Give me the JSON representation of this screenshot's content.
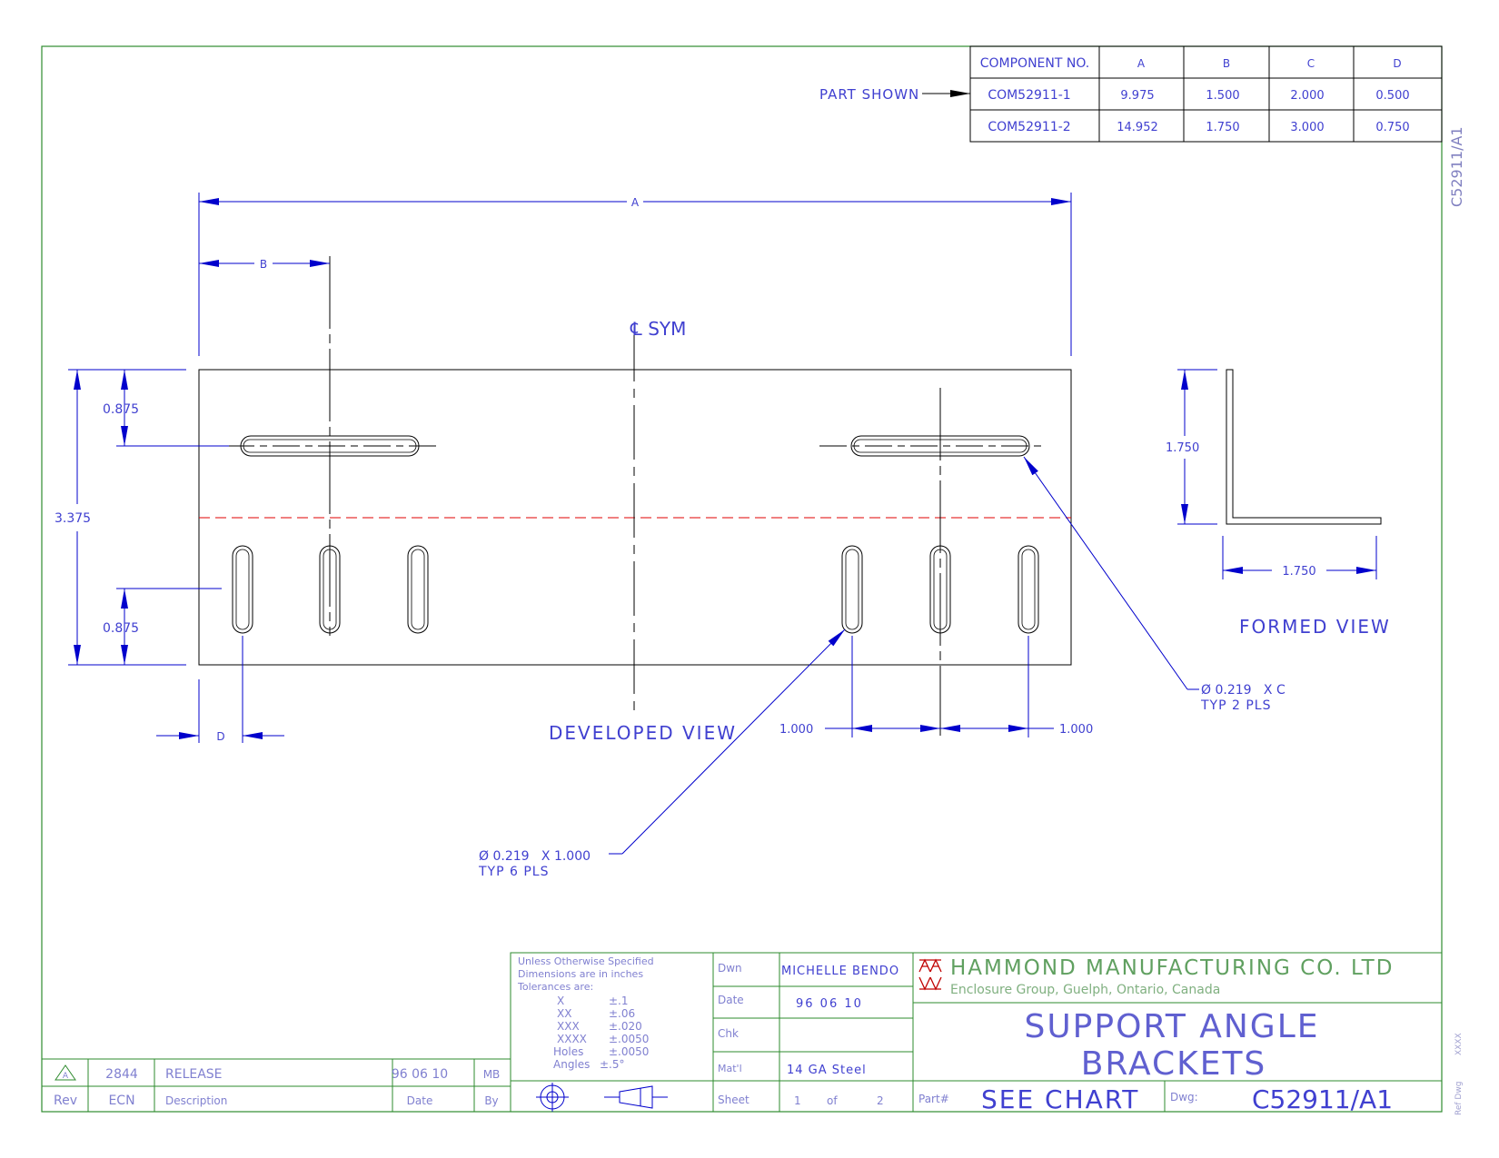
{
  "colors": {
    "border": "#2e8b2e",
    "dimension": "#0000cc",
    "label": "#4040d0",
    "outline": "#000000",
    "bend_line": "#e00000",
    "logo": "#c00000"
  },
  "chart": {
    "headers": [
      "COMPONENT NO.",
      "A",
      "B",
      "C",
      "D"
    ],
    "rows": [
      [
        "COM52911-1",
        "9.975",
        "1.500",
        "2.000",
        "0.500"
      ],
      [
        "COM52911-2",
        "14.952",
        "1.750",
        "3.000",
        "0.750"
      ]
    ],
    "part_shown": "PART SHOWN"
  },
  "side_code": "C52911/A1",
  "dims": {
    "a": "A",
    "b": "B",
    "d": "D",
    "top_offset": "0.875",
    "bottom_offset": "0.875",
    "height": "3.375",
    "spacing_left": "1.000",
    "spacing_right": "1.000",
    "formed_height": "1.750",
    "formed_width": "1.750"
  },
  "labels": {
    "center_sym": "℄ SYM",
    "developed_view": "DEVELOPED VIEW",
    "formed_view": "FORMED VIEW",
    "callout_slots_1": "Ø 0.219   X 1.000",
    "callout_slots_2": "TYP 6 PLS",
    "callout_holes_1": "Ø 0.219   X C",
    "callout_holes_2": "TYP 2 PLS"
  },
  "title_block": {
    "tolerance": {
      "line1": "Unless Otherwise Specified",
      "line2": "Dimensions are in inches",
      "line3": "Tolerances are:",
      "rows": [
        [
          "X",
          "±.1"
        ],
        [
          "XX",
          "±.06"
        ],
        [
          "XXX",
          "±.020"
        ],
        [
          "XXXX",
          "±.0050"
        ],
        [
          "Holes",
          "±.0050"
        ],
        [
          "Angles",
          "±.5°"
        ]
      ]
    },
    "dwn_label": "Dwn",
    "dwn_value": "MICHELLE BENDO",
    "date_label": "Date",
    "date_value": "96 06 10",
    "chk_label": "Chk",
    "chk_value": "",
    "matl_label": "Mat'l",
    "matl_value": "14 GA Steel",
    "sheet_label": "Sheet",
    "sheet_value": "1",
    "sheet_of": "of",
    "sheet_total": "2",
    "company": "HAMMOND MANUFACTURING CO. LTD",
    "company_sub": "Enclosure Group, Guelph, Ontario, Canada",
    "title_line1": "SUPPORT ANGLE",
    "title_line2": "BRACKETS",
    "part_label": "Part#",
    "part_value": "SEE CHART",
    "dwg_label": "Dwg:",
    "dwg_value": "C52911/A1",
    "ref_label": "Ref Dwg",
    "ref_value": "XXXX"
  },
  "revision": {
    "rev": "A",
    "ecn": "2844",
    "description": "RELEASE",
    "date": "96 06 10",
    "by": "MB",
    "headers": [
      "Rev",
      "ECN",
      "Description",
      "Date",
      "By"
    ]
  }
}
